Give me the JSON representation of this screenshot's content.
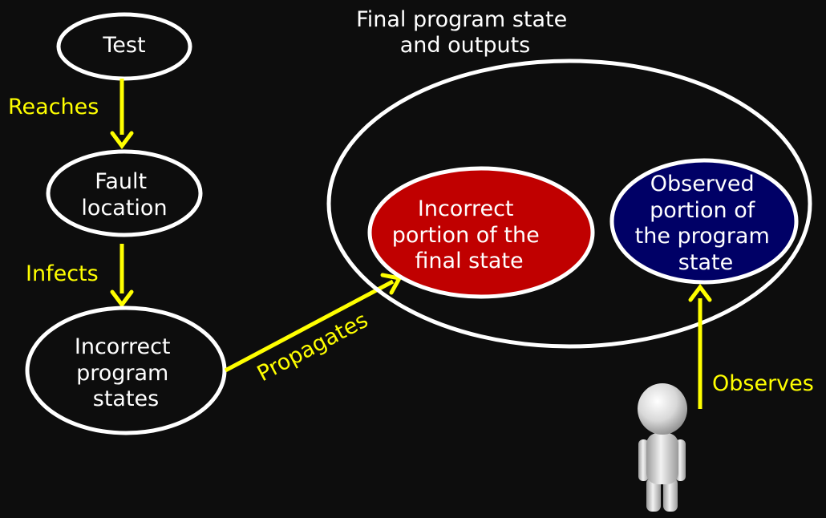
{
  "colors": {
    "background": "#0d0d0d",
    "outline": "#ffffff",
    "text": "#ffffff",
    "arrow": "#ffff00",
    "arrow_label": "#ffff00",
    "incorrect_fill": "#c00000",
    "observed_fill": "#000066"
  },
  "nodes": {
    "test": {
      "lines": [
        "Test"
      ]
    },
    "fault": {
      "lines": [
        "Fault",
        "location"
      ]
    },
    "states": {
      "lines": [
        "Incorrect",
        "program",
        "states"
      ]
    },
    "final_state": {
      "lines": [
        "Final program state",
        "and outputs"
      ]
    },
    "incorrect_portion": {
      "lines": [
        "Incorrect",
        "portion of the",
        "final state"
      ]
    },
    "observed_portion": {
      "lines": [
        "Observed",
        "portion of",
        "the program",
        "state"
      ]
    }
  },
  "edges": {
    "reaches": "Reaches",
    "infects": "Infects",
    "propagates": "Propagates",
    "observes": "Observes"
  },
  "observer": {
    "icon": "person-figure-icon"
  }
}
